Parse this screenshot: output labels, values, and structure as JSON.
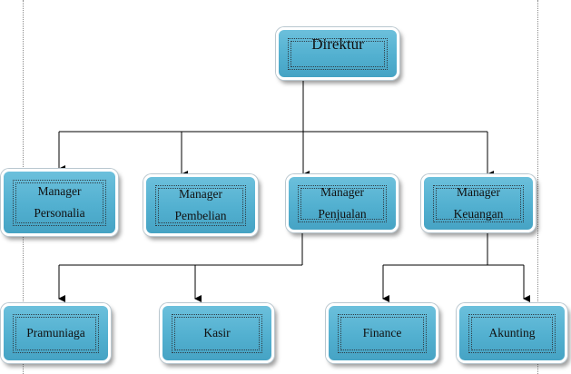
{
  "director": {
    "label": "Direktur"
  },
  "managers": [
    {
      "lines": [
        "Manager",
        "Personalia"
      ]
    },
    {
      "lines": [
        "Manager",
        "Pembelian"
      ]
    },
    {
      "lines": [
        "Manager",
        "Penjualan"
      ]
    },
    {
      "lines": [
        "Manager",
        "Keuangan"
      ]
    }
  ],
  "staff": [
    {
      "label": "Pramuniaga",
      "reports_to": "Manager Penjualan"
    },
    {
      "label": "Kasir",
      "reports_to": "Manager Penjualan"
    },
    {
      "label": "Finance",
      "reports_to": "Manager Keuangan"
    },
    {
      "label": "Akunting",
      "reports_to": "Manager Keuangan"
    }
  ],
  "colors": {
    "box_fill": "#52b0d0",
    "box_border": "#ffffff",
    "connector": "#000000",
    "text": "#111111"
  }
}
